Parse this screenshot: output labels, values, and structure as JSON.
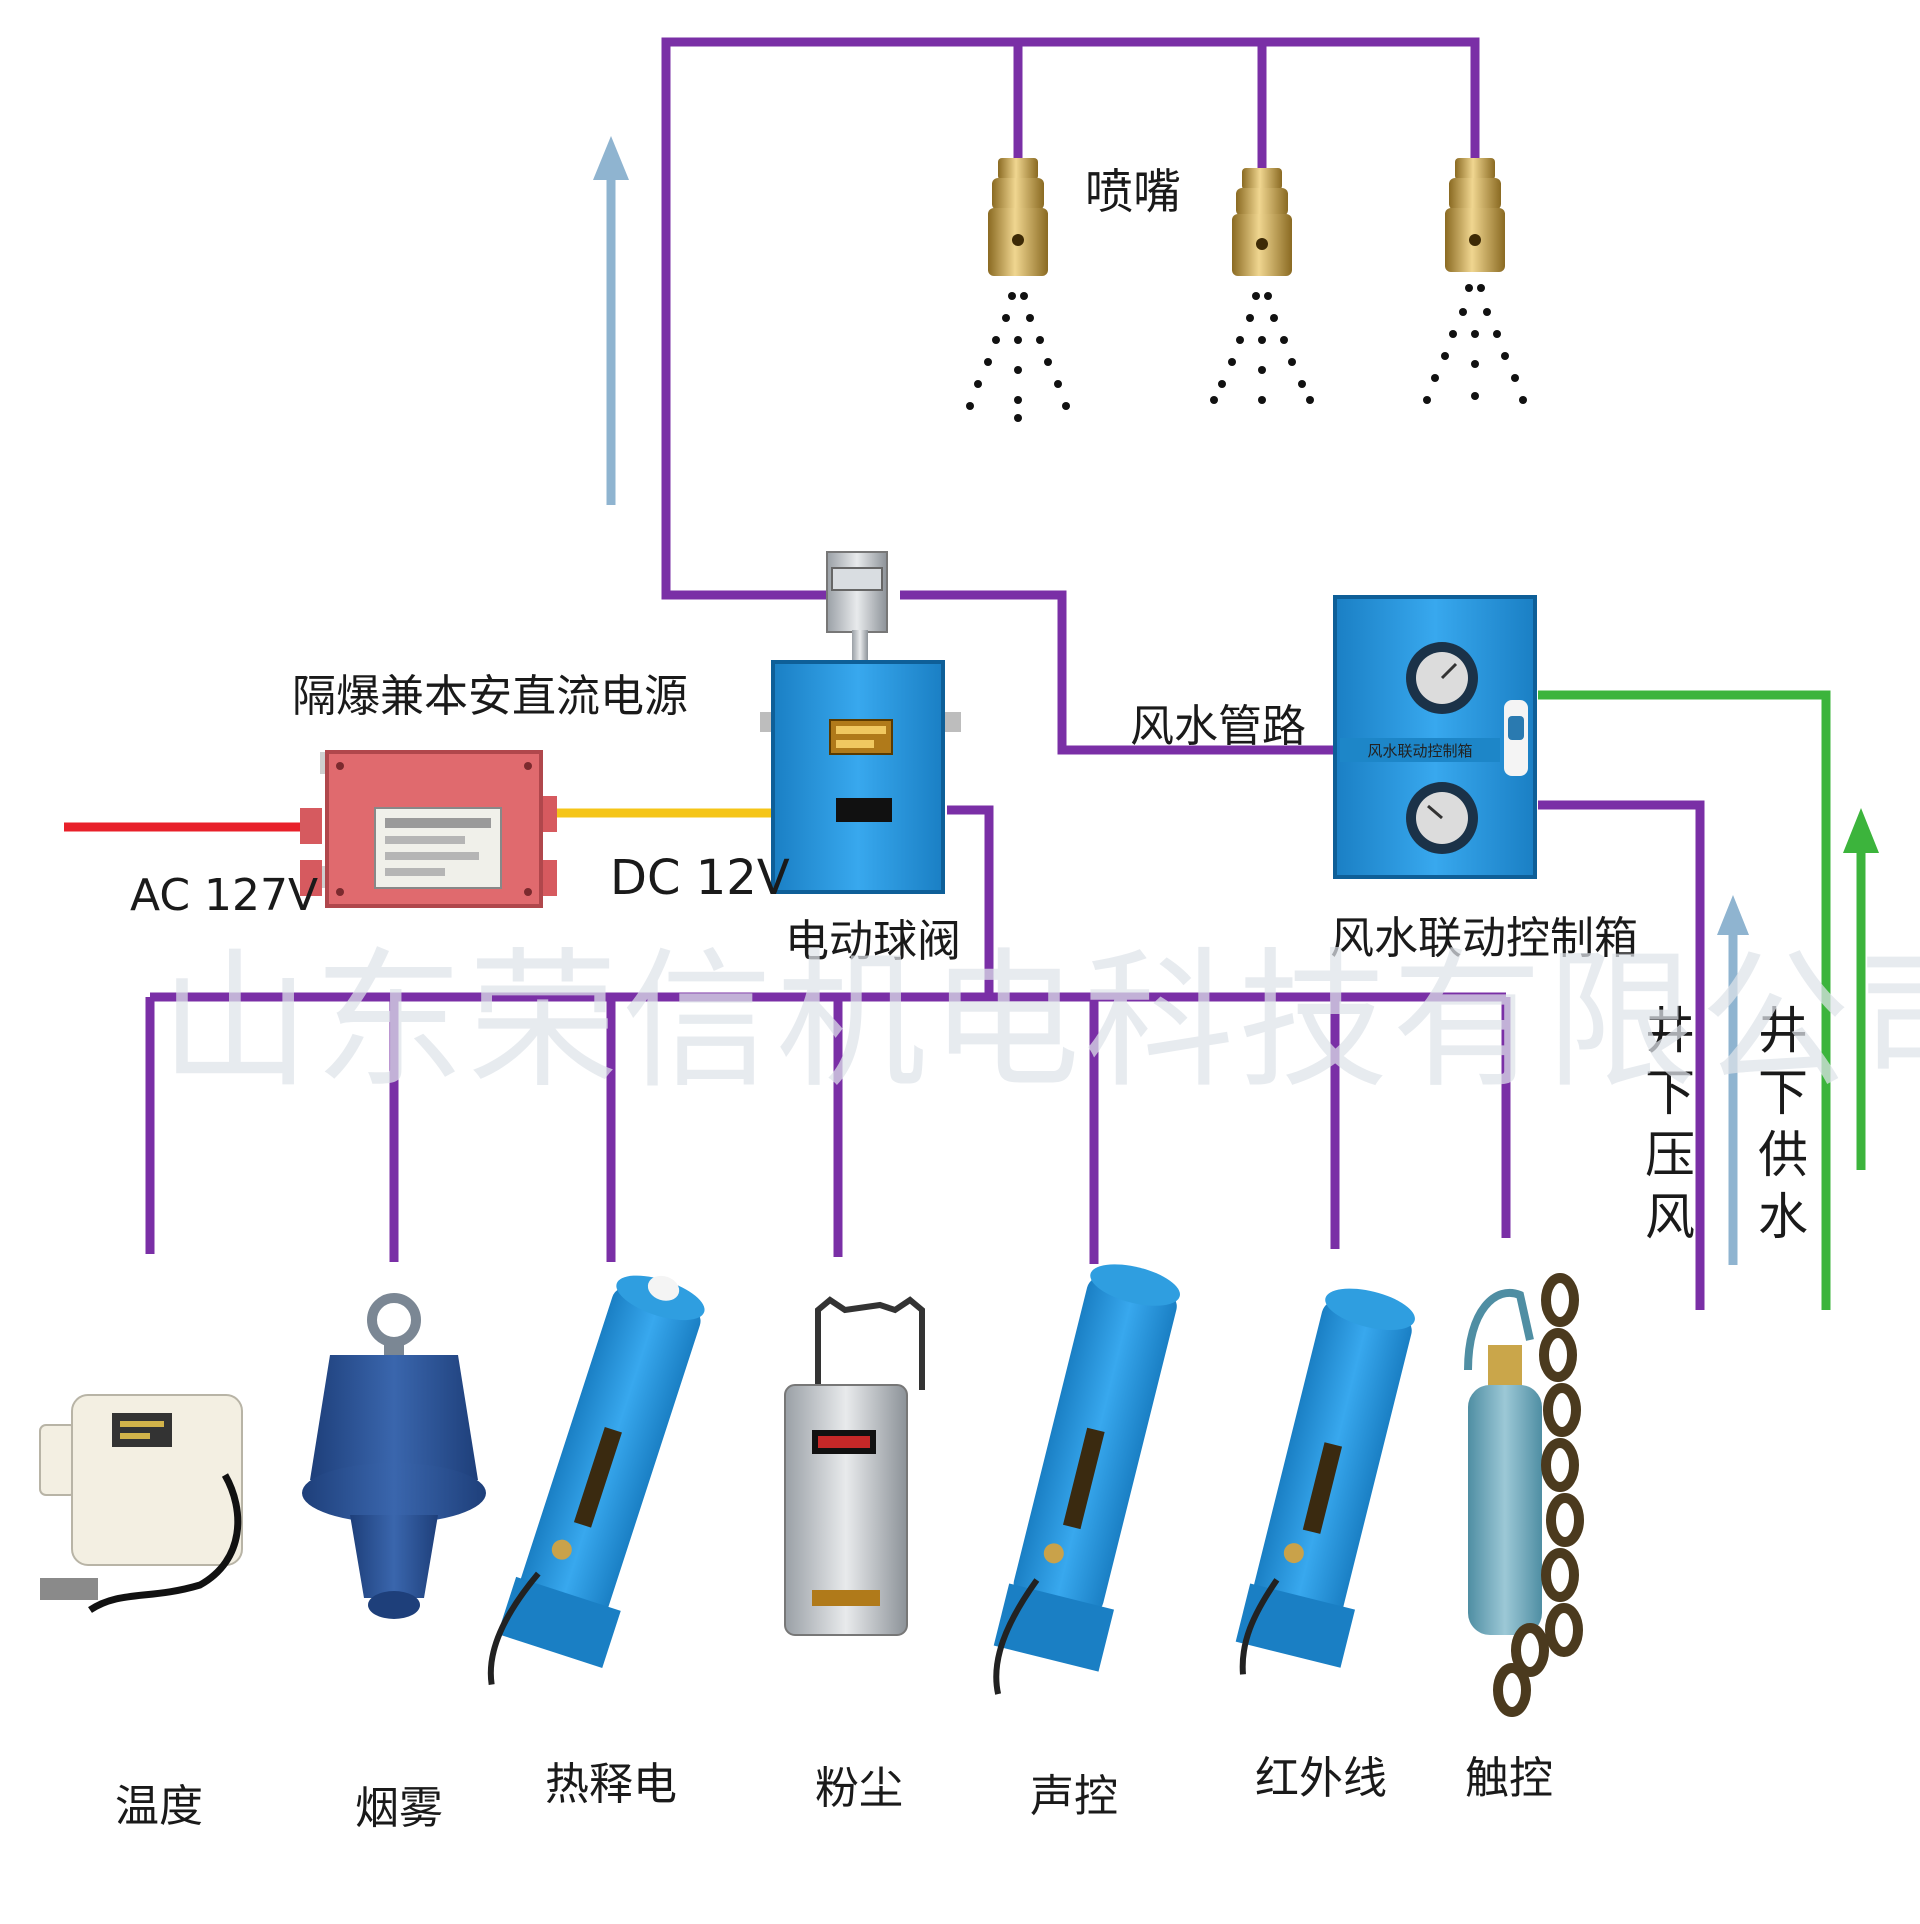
{
  "labels": {
    "nozzle": "喷嘴",
    "power_supply": "隔爆兼本安直流电源",
    "ac_voltage": "AC 127V",
    "dc_voltage": "DC 12V",
    "ball_valve": "电动球阀",
    "air_water_pipe": "风水管路",
    "control_box": "风水联动控制箱",
    "control_box_plate": "风水联动控制箱",
    "underground_air": "井下压风",
    "underground_water": "井下供水"
  },
  "sensors": [
    {
      "name": "温度",
      "icon": "temperature-sensor-icon"
    },
    {
      "name": "烟雾",
      "icon": "smoke-sensor-icon"
    },
    {
      "name": "热释电",
      "icon": "pyroelectric-sensor-icon"
    },
    {
      "name": "粉尘",
      "icon": "dust-sensor-icon"
    },
    {
      "name": "声控",
      "icon": "sound-sensor-icon"
    },
    {
      "name": "红外线",
      "icon": "infrared-sensor-icon"
    },
    {
      "name": "触控",
      "icon": "touch-sensor-icon"
    }
  ],
  "watermark": "山东荣信机电科技有限公司",
  "colors": {
    "pipe_purple": "#7a2fa6",
    "ac_red": "#e8202a",
    "dc_yellow": "#f5c518",
    "water_green": "#3cb43c",
    "arrow_blue": "#8fb4d0",
    "arrow_green": "#3cb43c",
    "device_blue": "#1f8fd6",
    "power_box_red": "#e06a6e",
    "brass": "#c9a24a"
  }
}
